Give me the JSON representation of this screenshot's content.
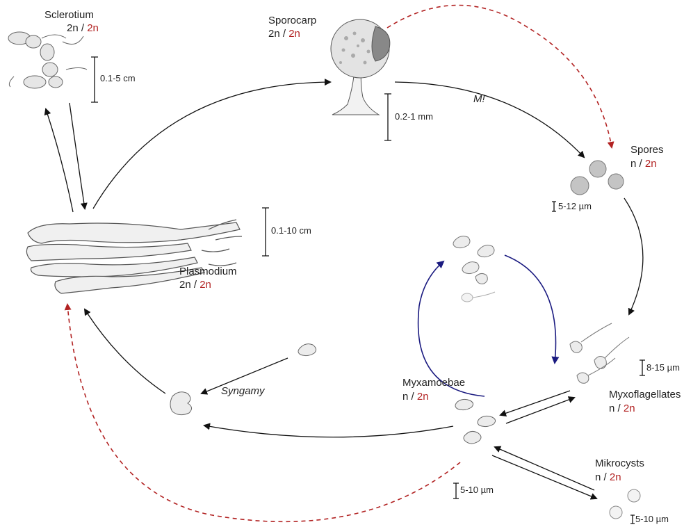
{
  "stages": {
    "sclerotium": {
      "name": "Sclerotium",
      "ploidy": "2n",
      "sep": " / ",
      "ploidy_alt": "2n",
      "scale": "0.1-5 cm"
    },
    "sporocarp": {
      "name": "Sporocarp",
      "ploidy": "2n",
      "sep": " / ",
      "ploidy_alt": "2n",
      "scale": "0.2-1 mm"
    },
    "spores": {
      "name": "Spores",
      "ploidy": "n",
      "sep": " / ",
      "ploidy_alt": "2n",
      "scale": "5-12 µm"
    },
    "plasmodium": {
      "name": "Plasmodium",
      "ploidy": "2n",
      "sep": " / ",
      "ploidy_alt": "2n",
      "scale": "0.1-10 cm"
    },
    "myxoflagellates": {
      "name": "Myxoflagellates",
      "ploidy": "n",
      "sep": " / ",
      "ploidy_alt": "2n",
      "scale": "8-15 µm"
    },
    "myxamoebae": {
      "name": "Myxamoebae",
      "ploidy": "n",
      "sep": " / ",
      "ploidy_alt": "2n",
      "scale": "5-10 µm"
    },
    "mikrocysts": {
      "name": "Mikrocysts",
      "ploidy": "n",
      "sep": " / ",
      "ploidy_alt": "2n",
      "scale": "5-10 µm"
    }
  },
  "events": {
    "meiosis": "M!",
    "syngamy": "Syngamy"
  },
  "colors": {
    "main_arrow": "#111111",
    "alt_arrow": "#b22222",
    "cycle_arrow": "#1a1a80",
    "drawing": "#555555"
  }
}
